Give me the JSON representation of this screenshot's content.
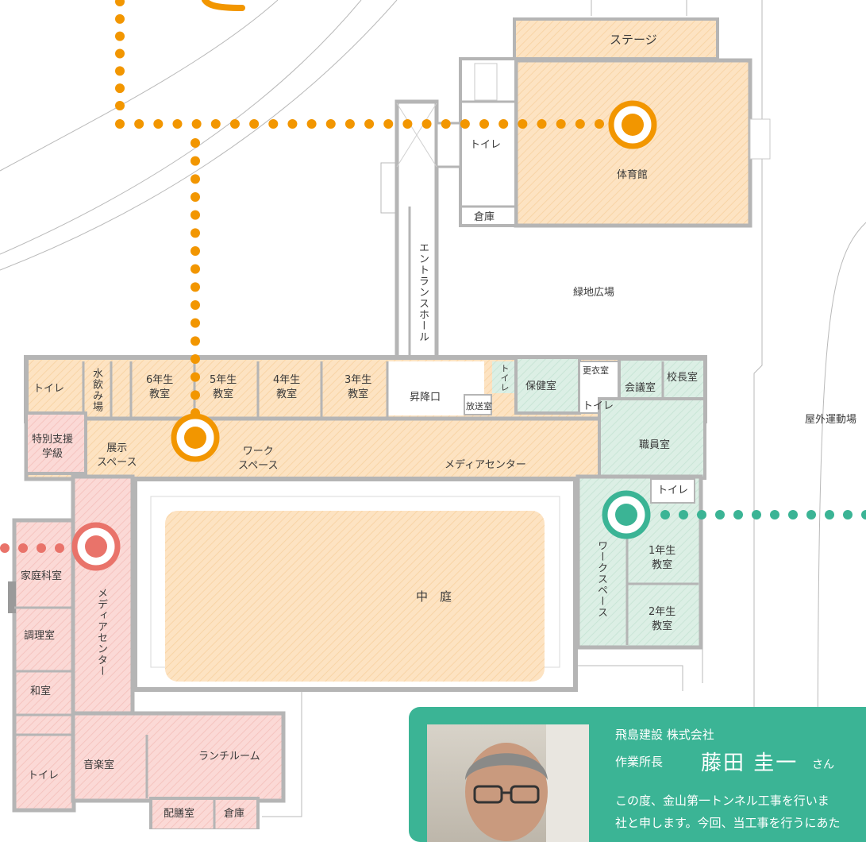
{
  "colors": {
    "orange_route": "#f29600",
    "green_route": "#3bb495",
    "red_route": "#e9736a",
    "zone_orange": "#fde3c2",
    "zone_green": "#dcefe5",
    "zone_pink": "#fbd9d6",
    "wall": "#b5b5b5",
    "card_bg": "#3bb495"
  },
  "rooms": {
    "stage": "ステージ",
    "gym": "体育館",
    "toilet_gym": "トイレ",
    "storage_gym": "倉庫",
    "entrance_hall": "エントランスホール",
    "green_plaza": "緑地広場",
    "outdoor_field": "屋外運動場",
    "toilet_nw": "トイレ",
    "drinking": "水飲み場",
    "class6": [
      "6年生",
      "教室"
    ],
    "class5": [
      "5年生",
      "教室"
    ],
    "class4": [
      "4年生",
      "教室"
    ],
    "class3": [
      "3年生",
      "教室"
    ],
    "lift": "昇降口",
    "broadcast": "放送室",
    "toilet_small": "トイレ",
    "health": "保健室",
    "changing": "更衣室",
    "toilet_center": "トイレ",
    "meeting": "会議室",
    "principal": "校長室",
    "staff": "職員室",
    "special_support": [
      "特別支援",
      "学級"
    ],
    "exhibit": [
      "展示",
      "スペース"
    ],
    "work_space": [
      "ワーク",
      "スペース"
    ],
    "media_center_h": "メディアセンター",
    "toilet_east": "トイレ",
    "work_space_v": "ワークスペース",
    "class1": [
      "1年生",
      "教室"
    ],
    "class2": [
      "2年生",
      "教室"
    ],
    "home_ec": "家庭科室",
    "cooking": "調理室",
    "japanese_room": "和室",
    "toilet_sw": "トイレ",
    "music": "音楽室",
    "media_center_v": "メディアセンター",
    "lunch": "ランチルーム",
    "serving": "配膳室",
    "storage_s": "倉庫",
    "courtyard": "中　庭"
  },
  "profile": {
    "company": "飛島建設 株式会社",
    "role": "作業所長",
    "name": "藤田 圭一",
    "honorific": "さん",
    "text_line1": "この度、金山第一トンネル工事を行いま",
    "text_line2": "社と申します。今回、当工事を行うにあた"
  }
}
